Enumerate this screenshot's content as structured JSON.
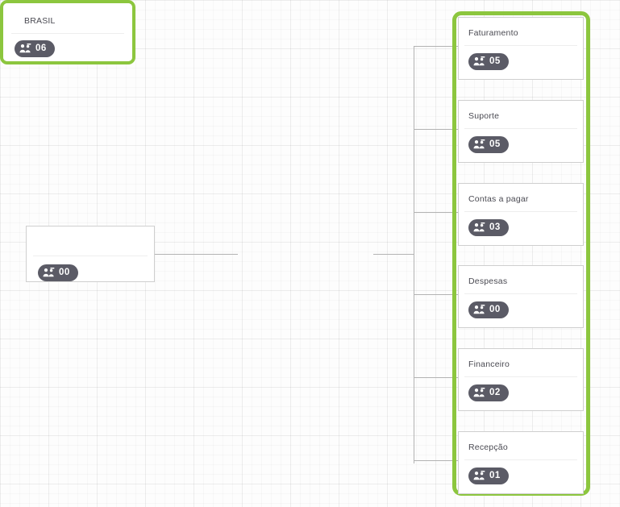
{
  "accent_color": "#8CC63E",
  "badge_color": "#5b5b66",
  "node_border_color": "#cfcfcf",
  "connector_color": "#b3b3b3",
  "icon": "users-group-icon",
  "root": {
    "title": "",
    "count": "00"
  },
  "parent": {
    "title": "BRASIL",
    "count": "06",
    "selected": true
  },
  "children": [
    {
      "title": "Faturamento",
      "count": "05"
    },
    {
      "title": "Suporte",
      "count": "05"
    },
    {
      "title": "Contas a pagar",
      "count": "03"
    },
    {
      "title": "Despesas",
      "count": "00"
    },
    {
      "title": "Financeiro",
      "count": "02"
    },
    {
      "title": "Recepção",
      "count": "01"
    }
  ]
}
